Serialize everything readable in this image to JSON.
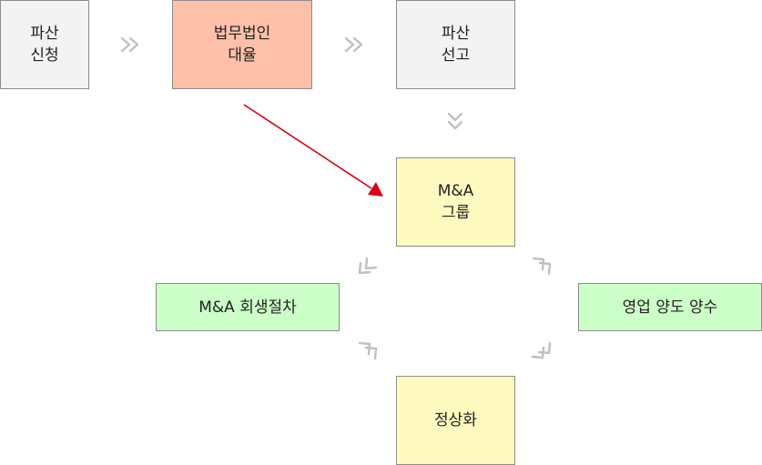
{
  "nodes": {
    "bankruptcy_filing": {
      "line1": "파산",
      "line2": "신청"
    },
    "law_firm": {
      "line1": "법무법인",
      "line2": "대율"
    },
    "bankruptcy_declaration": {
      "line1": "파산",
      "line2": "선고"
    },
    "mna_group": {
      "line1": "M&A",
      "line2": "그룹"
    },
    "mna_rehabilitation": {
      "label": "M&A 회생절차"
    },
    "business_transfer": {
      "label": "영업 양도 양수"
    },
    "normalization": {
      "label": "정상화"
    }
  },
  "colors": {
    "gray": "#f3f3f3",
    "salmon": "#ffc0a9",
    "yellow": "#fffac0",
    "green": "#ccfec8",
    "arrow_red": "#d9001b",
    "chevron": "#c0c0c0"
  }
}
